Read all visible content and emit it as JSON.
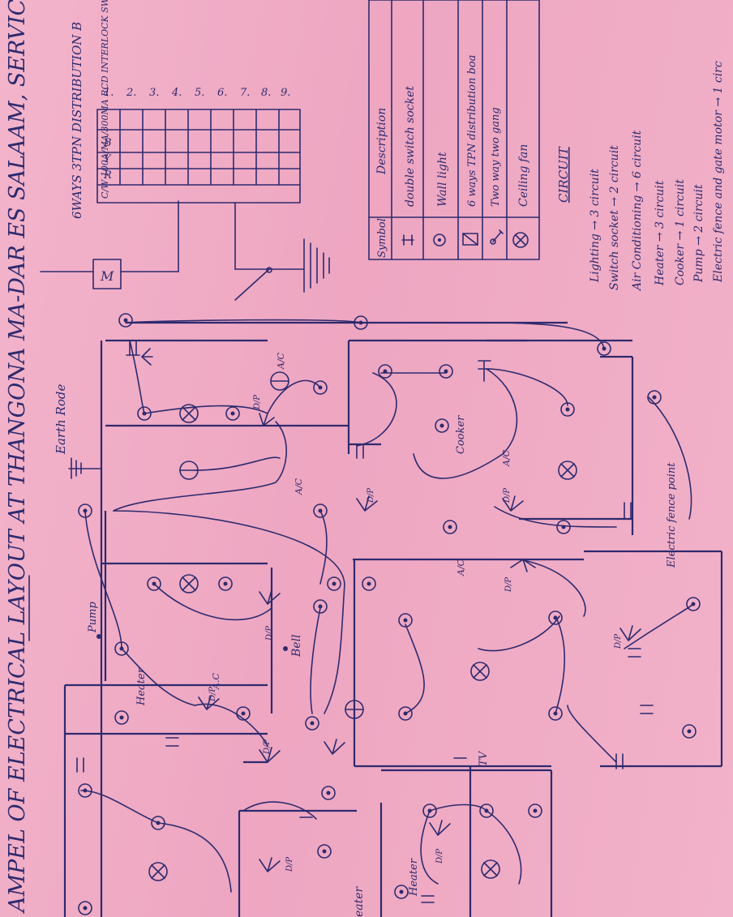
{
  "title": "AMPEL OF ELECTRICAL LAYOUT AT THANGONA MA-DAR ES SALAAM, SERVICE LINE",
  "earth_label": "Earth Rode",
  "meter_label": "M",
  "distribution_board": {
    "title": "6WAYS 3TPN DISTRIBUTION B",
    "side_labels": [
      "C/W 100A/MA/300MA RCD INTERLOCK SW"
    ],
    "phases": [
      "R",
      "Y",
      "B"
    ],
    "ways": [
      "1.",
      "2.",
      "3.",
      "4.",
      "5.",
      "6.",
      "7.",
      "8.",
      "9."
    ]
  },
  "legend": {
    "headers": [
      "Symbol",
      "Description"
    ],
    "rows": [
      {
        "symbol": "double-socket-icon",
        "description": "double switch socket"
      },
      {
        "symbol": "wall-light-icon",
        "description": "Wall light"
      },
      {
        "symbol": "distribution-board-icon",
        "description": "6 ways TPN distribution boa"
      },
      {
        "symbol": "two-way-switch-icon",
        "description": "Two way two gang"
      },
      {
        "symbol": "ceiling-fan-icon",
        "description": "Ceiling fan"
      }
    ]
  },
  "circuit": {
    "heading": "CIRCUIT",
    "items": [
      "Lighting → 3 circuit",
      "Switch socket → 2 circuit",
      "Air Conditioning → 6 circuit",
      "Heater → 3 circuit",
      "Cooker → 1 circuit",
      "Pump → 2 circuit",
      "Electric fence and gate motor → 1 circ"
    ]
  },
  "plan_labels": {
    "pump": "Pump",
    "bell": "Bell",
    "heater": "Heater",
    "heater2": "Heater",
    "heater_edge": "eater",
    "tv": "TV",
    "cooker": "Cooker",
    "fence": "Electric fence point",
    "ac": [
      "A/C",
      "A/C",
      "A/C",
      "A/C",
      "A.C"
    ],
    "dp": [
      "D/P",
      "D/P",
      "D/P",
      "D/P",
      "D/P",
      "D/P",
      "D/P",
      "D/P",
      "D/P",
      "D/P"
    ]
  }
}
